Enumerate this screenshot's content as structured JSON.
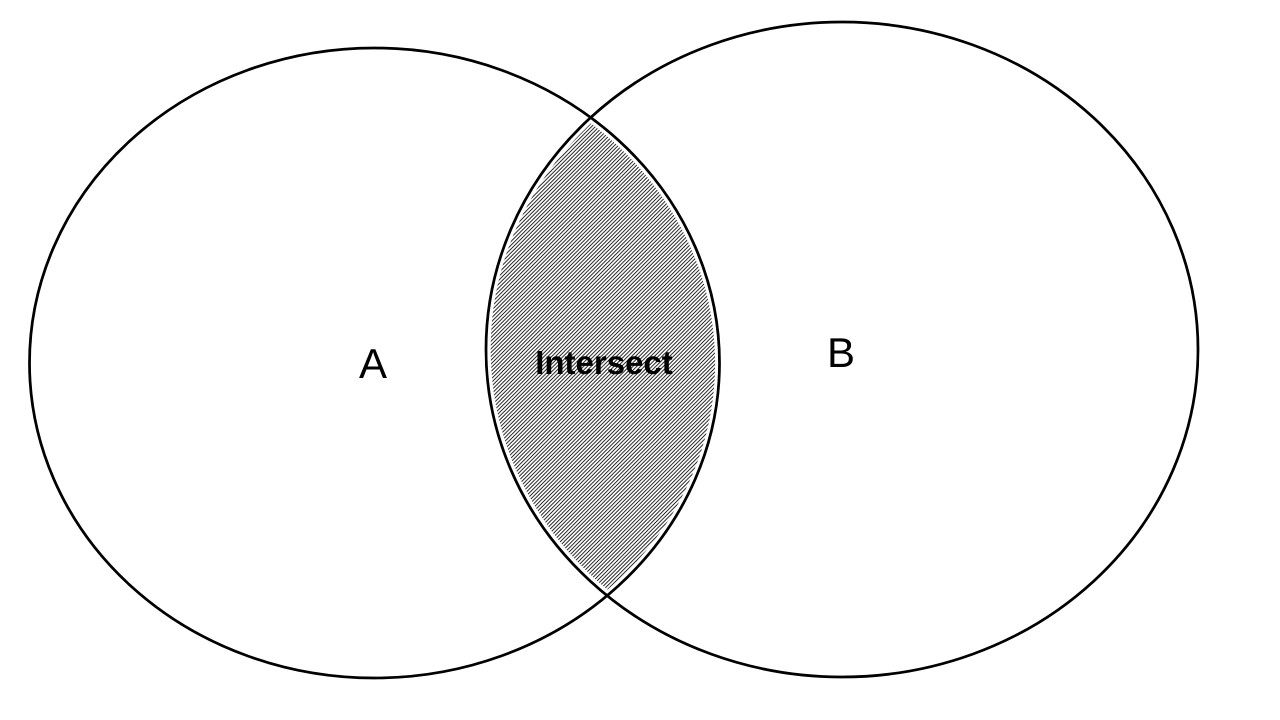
{
  "diagram": {
    "type": "venn-two-set",
    "background_color": "#ffffff",
    "outline_color": "#000000",
    "text_color": "#000000",
    "hatch_color": "#000000",
    "gap_color": "#ffffff",
    "sets": [
      {
        "label": "A"
      },
      {
        "label": "B"
      }
    ],
    "intersection": {
      "label": "Intersect",
      "fill_style": "diagonal-hatch"
    }
  }
}
